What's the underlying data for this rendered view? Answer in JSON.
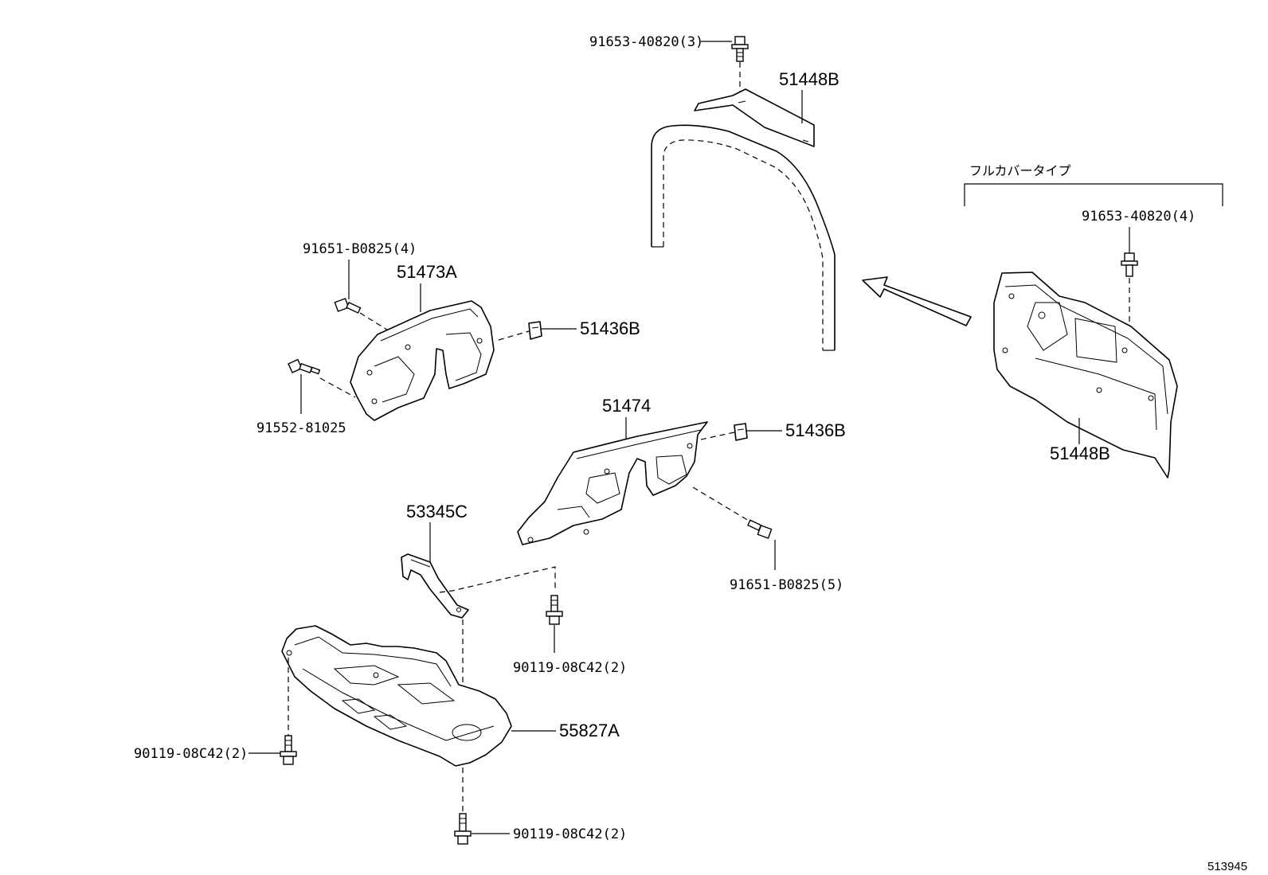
{
  "figure_number": "513945",
  "variant_note": "フルカバータイプ",
  "labels": {
    "bolt_top_center": "91653-40820(3)",
    "shield_top": "51448B",
    "bolt_right_panel": "91653-40820(4)",
    "panel_right": "51448B",
    "bolt_left_upper": "91651-B0825(4)",
    "cover_left": "51473A",
    "clip_upper": "51436B",
    "screw_left": "91552-81025",
    "cover_center": "51474",
    "clip_lower": "51436B",
    "bolt_center_right": "91651-B0825(5)",
    "bracket": "53345C",
    "bolt_bracket": "90119-08C42(2)",
    "skid_plate": "55827A",
    "bolt_skid_left": "90119-08C42(2)",
    "bolt_skid_bottom": "90119-08C42(2)"
  }
}
